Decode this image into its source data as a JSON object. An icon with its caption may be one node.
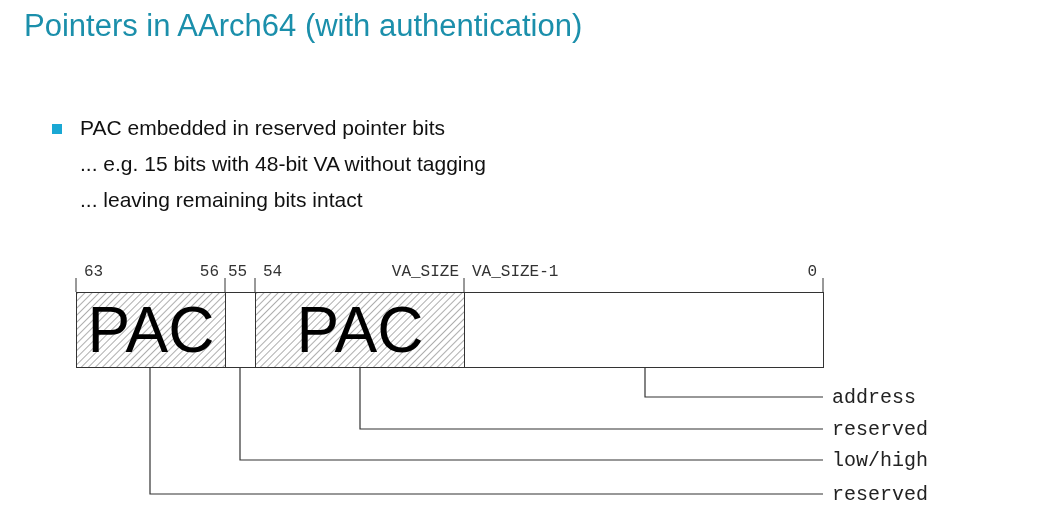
{
  "diagram": {
    "title": "Pointers in AArch64 (with authentication)",
    "nodes": [
      {
        "text": [
          "PAC"
        ],
        "beside": [
          "63",
          "56"
        ]
      },
      {
        "text": [],
        "shape": "box",
        "beside": [
          "55"
        ]
      },
      {
        "text": [
          "PAC"
        ],
        "beside": [
          "54",
          "VA_SIZE"
        ]
      },
      {
        "text": [],
        "shape": "box",
        "beside": [
          "VA_SIZE-1",
          "0"
        ]
      },
      {
        "text": [
          "address"
        ]
      },
      {
        "text": [
          "reserved"
        ]
      },
      {
        "text": [
          "low/high"
        ]
      },
      {
        "text": [
          "reserved"
        ]
      }
    ],
    "edges": [
      {
        "from": 4,
        "to": 3,
        "arrow": "none"
      },
      {
        "from": 5,
        "to": 2,
        "arrow": "none"
      },
      {
        "from": 6,
        "to": 1,
        "arrow": "none"
      },
      {
        "from": 7,
        "to": 0,
        "arrow": "none"
      }
    ],
    "labels": [
      "PAC embedded in reserved pointer bits",
      "... e.g. 15 bits with 48-bit VA without tagging",
      "... leaving remaining bits intact"
    ]
  }
}
